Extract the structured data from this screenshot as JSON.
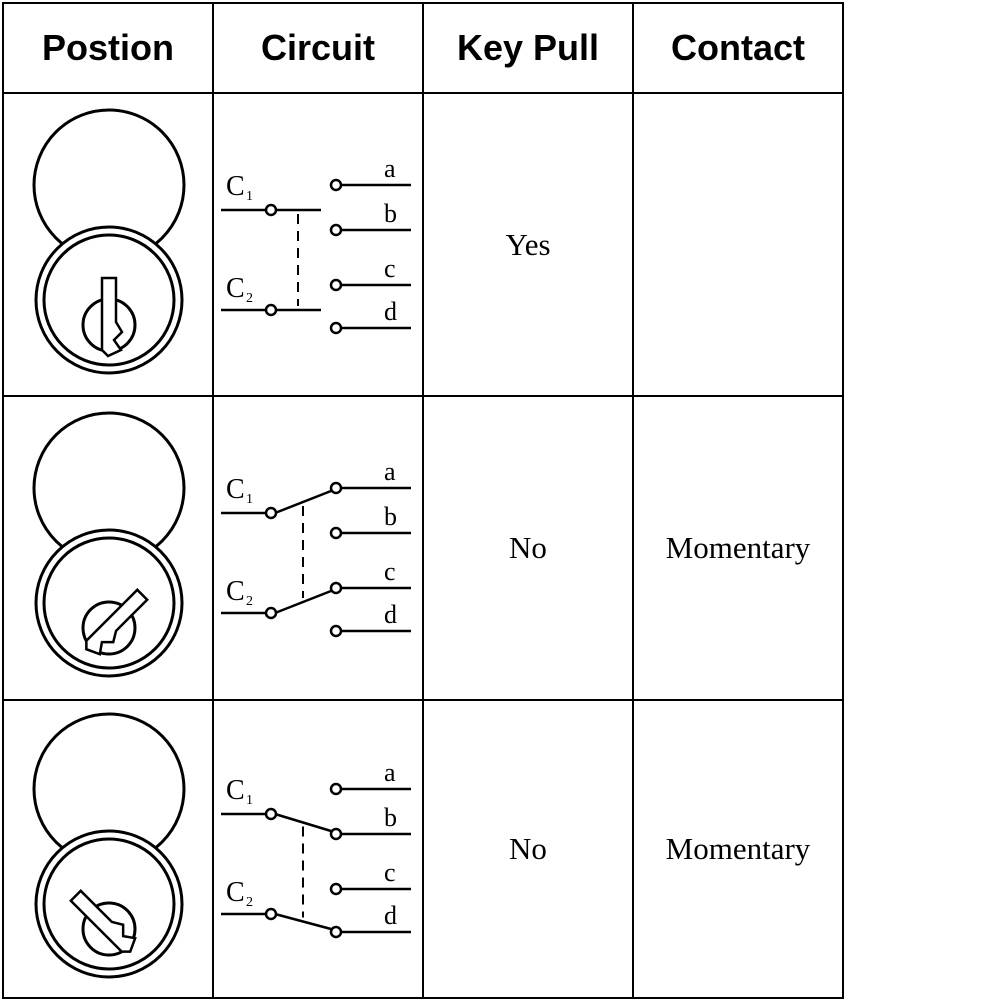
{
  "columns": [
    "Postion",
    "Circuit",
    "Key Pull",
    "Contact"
  ],
  "rows": [
    {
      "key_angle_deg": 0,
      "circuit": {
        "c1_target": "none",
        "c2_target": "none"
      },
      "key_pull": "Yes",
      "contact": ""
    },
    {
      "key_angle_deg": 45,
      "circuit": {
        "c1_target": "a",
        "c2_target": "c"
      },
      "key_pull": "No",
      "contact": "Momentary"
    },
    {
      "key_angle_deg": -45,
      "circuit": {
        "c1_target": "b",
        "c2_target": "d"
      },
      "key_pull": "No",
      "contact": "Momentary"
    }
  ],
  "circuit_labels": {
    "c1": "C",
    "c1_sub": "1",
    "c2": "C",
    "c2_sub": "2",
    "terminals": [
      "a",
      "b",
      "c",
      "d"
    ]
  }
}
